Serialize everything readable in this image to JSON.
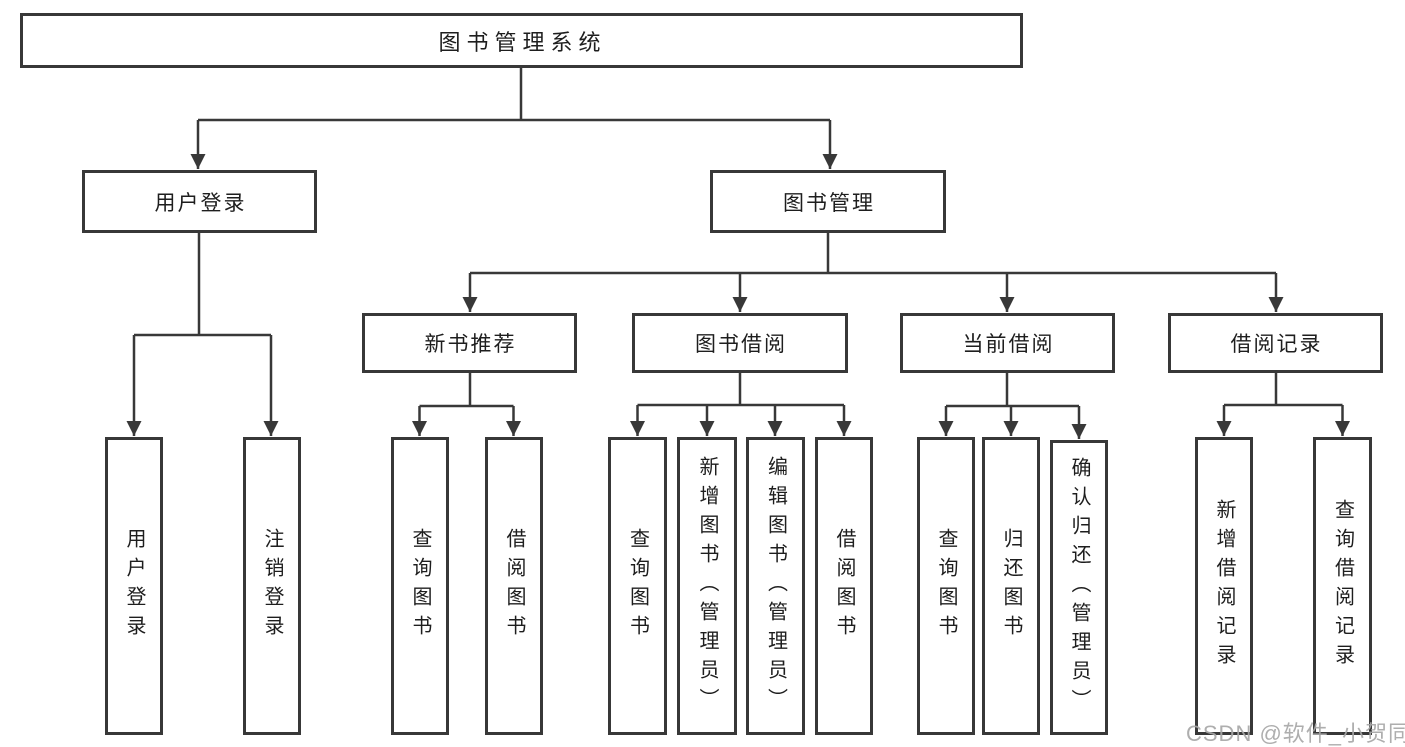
{
  "colors": {
    "line": "#383838",
    "text": "#1e1e1e",
    "background": "#ffffff",
    "watermark": "#a7a7a7"
  },
  "watermark": {
    "text": "CSDN @软件_小贺同学"
  },
  "tree": {
    "root": {
      "label": "图书管理系统"
    },
    "branches": [
      {
        "label": "用户登录",
        "children": [
          {
            "label": "用户登录"
          },
          {
            "label": "注销登录"
          }
        ]
      },
      {
        "label": "图书管理",
        "children": [
          {
            "label": "新书推荐",
            "children": [
              {
                "label": "查询图书"
              },
              {
                "label": "借阅图书"
              }
            ]
          },
          {
            "label": "图书借阅",
            "children": [
              {
                "label": "查询图书"
              },
              {
                "label": "新增图书（管理员）"
              },
              {
                "label": "编辑图书（管理员）"
              },
              {
                "label": "借阅图书"
              }
            ]
          },
          {
            "label": "当前借阅",
            "children": [
              {
                "label": "查询图书"
              },
              {
                "label": "归还图书"
              },
              {
                "label": "确认归还（管理员）"
              }
            ]
          },
          {
            "label": "借阅记录",
            "children": [
              {
                "label": "新增借阅记录"
              },
              {
                "label": "查询借阅记录"
              }
            ]
          }
        ]
      }
    ]
  }
}
